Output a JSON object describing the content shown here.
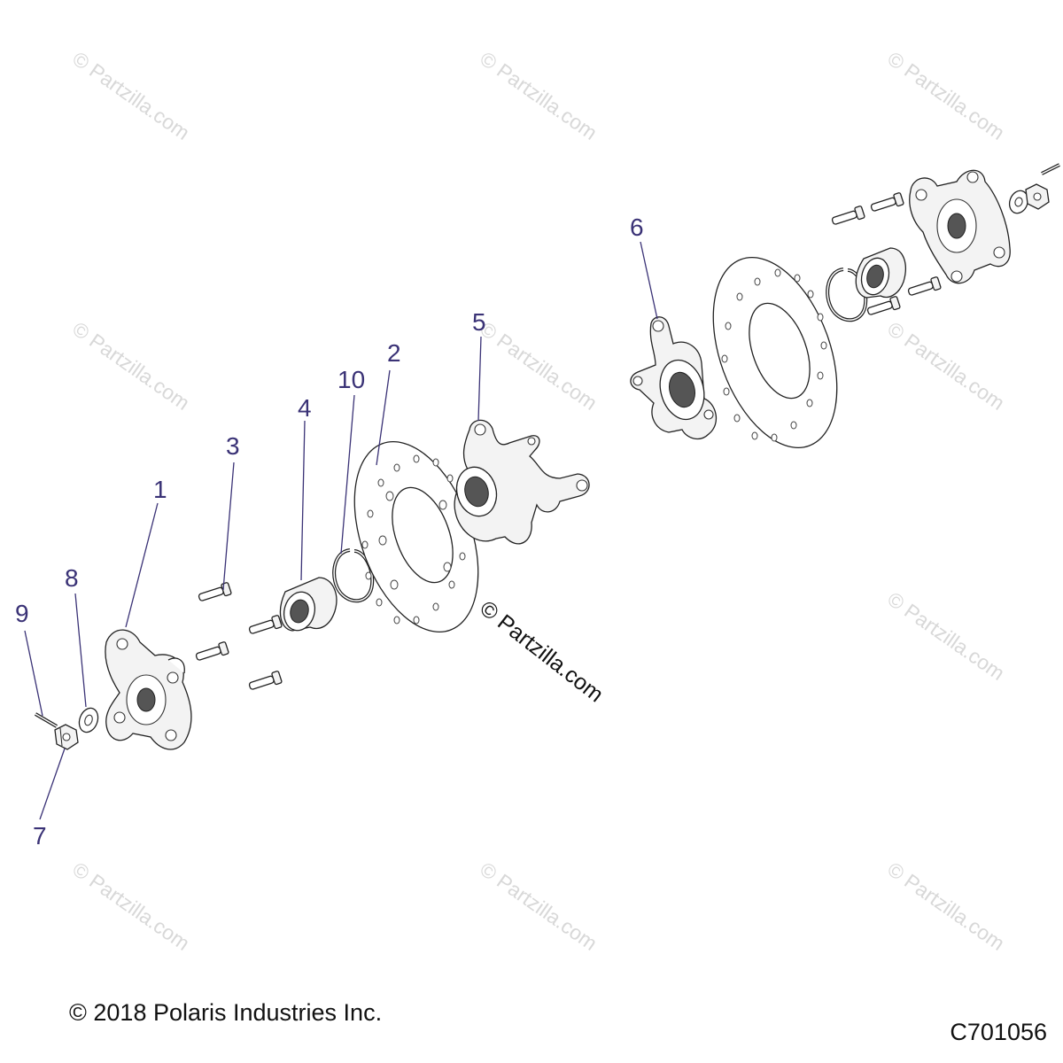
{
  "watermark": {
    "text": "© Partzilla.com",
    "center_text": "© Partzilla.com"
  },
  "callouts": [
    {
      "id": "1",
      "label": "1"
    },
    {
      "id": "2",
      "label": "2"
    },
    {
      "id": "3",
      "label": "3"
    },
    {
      "id": "4",
      "label": "4"
    },
    {
      "id": "5",
      "label": "5"
    },
    {
      "id": "6",
      "label": "6"
    },
    {
      "id": "7",
      "label": "7"
    },
    {
      "id": "8",
      "label": "8"
    },
    {
      "id": "9",
      "label": "9"
    },
    {
      "id": "10",
      "label": "10"
    }
  ],
  "footer": {
    "copyright": "© 2018 Polaris Industries Inc.",
    "diagram_code": "C701056"
  },
  "colors": {
    "callout": "#3a3276",
    "watermark": "#d8d8d8",
    "line": "#222222"
  }
}
